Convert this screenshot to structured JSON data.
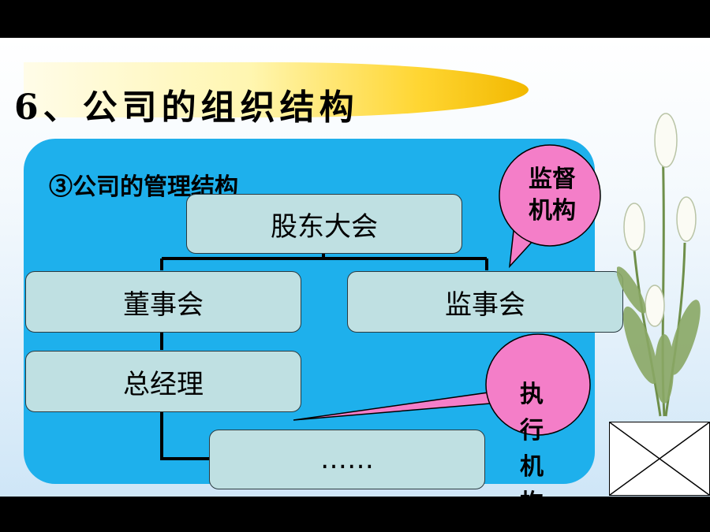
{
  "slide": {
    "title": "6、公司的组织结构",
    "subtitle": "③公司的管理结构"
  },
  "boxes": {
    "shareholders_meeting": "股东大会",
    "board_of_directors": "董事会",
    "board_of_supervisors": "监事会",
    "general_manager": "总经理",
    "others": "……"
  },
  "callouts": {
    "supervisory_line1": "监督",
    "supervisory_line2": "机构",
    "executive_line1": "执",
    "executive_line2": "行",
    "executive_line3": "机",
    "executive_line4": "构"
  },
  "colors": {
    "panel_blue": "#1eb0ec",
    "box_fill": "#bfe0e2",
    "callout_pink": "#f47ec8",
    "title_band_gold": "#ffd633"
  },
  "icons": {
    "decoration": "calla-lily-flower",
    "image_placeholder": "picture-placeholder-icon"
  }
}
